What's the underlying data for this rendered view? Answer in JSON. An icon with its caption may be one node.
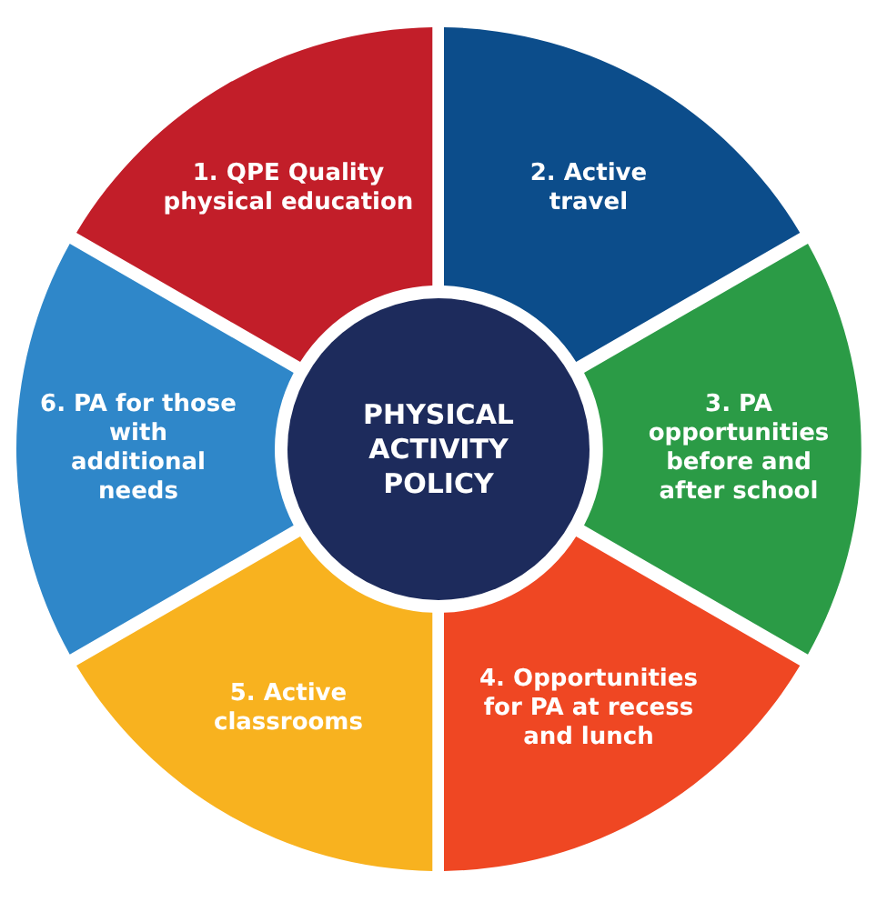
{
  "diagram": {
    "nodes": [
      {
        "text": [
          "1. QPE Quality physical education"
        ]
      },
      {
        "text": [
          "2. Active travel"
        ]
      },
      {
        "text": [
          "3. PA opportunities before and after school"
        ]
      },
      {
        "text": [
          "4. Opportunities for PA at recess and lunch"
        ]
      },
      {
        "text": [
          "5. Active classrooms"
        ]
      },
      {
        "text": [
          "6. PA for those with additional needs"
        ]
      },
      {
        "text": [
          "PHYSICAL ACTIVITY POLICY"
        ]
      }
    ]
  }
}
